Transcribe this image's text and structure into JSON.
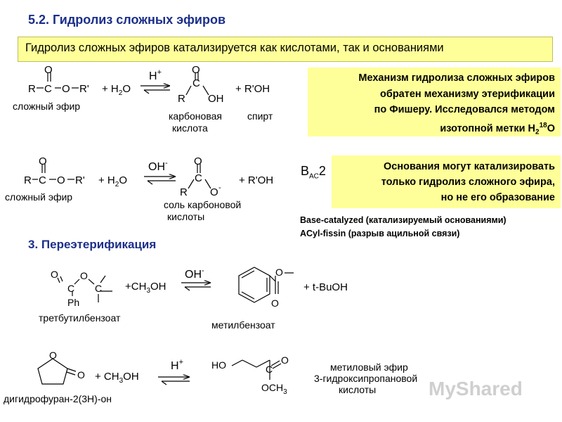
{
  "title": "5.2. Гидролиз сложных эфиров",
  "intro": "Гидролиз сложных эфиров катализируется как кислотами, так и основаниями",
  "mechanism_box": {
    "lines": [
      "Механизм гидролиза сложных эфиров",
      "обратен механизму этерификации",
      "по Фишеру. Исследовался методом",
      "изотопной метки H"
    ],
    "sub": "2",
    "sup": "18",
    "tail": "O"
  },
  "base_box": {
    "lines": [
      "Основания могут катализировать",
      "только гидролиз сложного эфира,",
      "но не его образование"
    ]
  },
  "bac2": {
    "main": "B",
    "sub": "AC",
    "tail": "2"
  },
  "notes": [
    "Base-catalyzed (катализируемый основаниями)",
    "ACyl-fissin (разрыв ацильной связи)"
  ],
  "section3_title": "3. Переэтерификация",
  "atoms": {
    "R": "R",
    "C": "C",
    "O": "O",
    "Rp": "R'",
    "OH": "OH",
    "Om": "O",
    "minus": "-",
    "Ph": "Ph"
  },
  "reaction1": {
    "reactant_label": "сложный эфир",
    "reagent": "+ H",
    "reagent_sub": "2",
    "reagent_tail": "O",
    "catalyst": "H",
    "catalyst_sup": "+",
    "product1_label_1": "карбоновая",
    "product1_label_2": "кислота",
    "product2": "+ R'OH",
    "product2_label": "спирт"
  },
  "reaction2": {
    "reactant_label": "сложный эфир",
    "reagent": "+ H",
    "reagent_sub": "2",
    "reagent_tail": "O",
    "catalyst": "OH",
    "catalyst_sup": "-",
    "product1_label_1": "соль карбоновой",
    "product1_label_2": "кислоты",
    "product2": "+ R'OH"
  },
  "reaction3": {
    "reactant_label": "третбутилбензоат",
    "reagent": "+CH",
    "reagent_sub": "3",
    "reagent_tail": "OH",
    "catalyst": "OH",
    "catalyst_sup": "-",
    "product_label": "метилбензоат",
    "product2": "+ t-BuOH"
  },
  "reaction4": {
    "reactant_label": "дигидрофуран-2(3H)-он",
    "reagent": "+ CH",
    "reagent_sub": "3",
    "reagent_tail": "OH",
    "catalyst": "H",
    "catalyst_sup": "+",
    "product_HO": "HO",
    "product_OCH": "OCH",
    "product_OCH_sub": "3",
    "product_label_1": "метиловый эфир",
    "product_label_2": "3-гидроксипропановой",
    "product_label_3": "кислоты"
  },
  "watermark": "MyShared"
}
